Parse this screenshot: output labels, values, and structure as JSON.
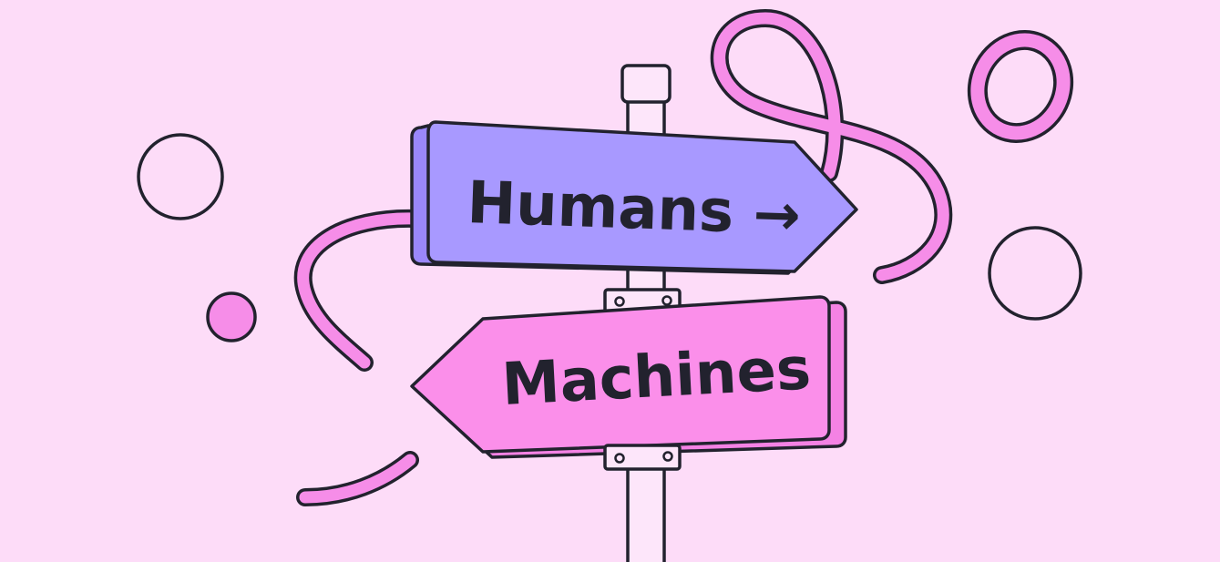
{
  "illustration": {
    "background_color": "#fddcf8",
    "signs": {
      "top": {
        "label": "Humans",
        "arrow": "→",
        "direction": "right",
        "color": "#a899ff",
        "shadow_color": "#9a87fb"
      },
      "bottom": {
        "label": "Machines",
        "direction": "left",
        "color": "#fb8fea",
        "shadow_color": "#f482e4"
      }
    },
    "outline_color": "#22222e",
    "ribbon_color": "#f68de8",
    "post_color": "#fde6fa"
  }
}
